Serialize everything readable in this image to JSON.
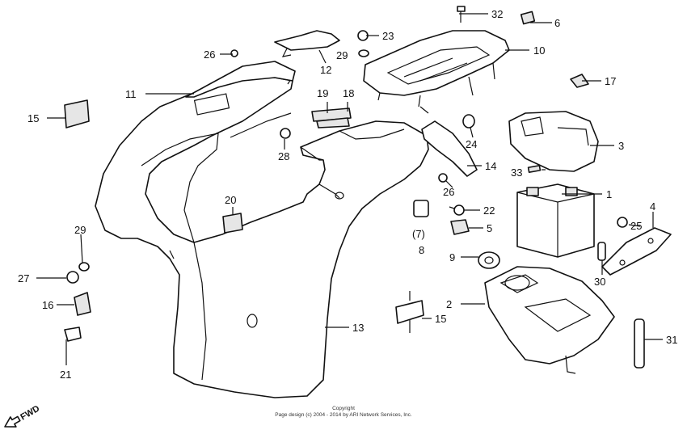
{
  "callouts": {
    "c1": "1",
    "c2": "2",
    "c3": "3",
    "c4": "4",
    "c5": "5",
    "c6": "6",
    "c7": "(7)",
    "c8": "8",
    "c9": "9",
    "c10": "10",
    "c11": "11",
    "c12": "12",
    "c13": "13",
    "c14": "14",
    "c15a": "15",
    "c15b": "15",
    "c16": "16",
    "c17": "17",
    "c18": "18",
    "c19": "19",
    "c20": "20",
    "c21": "21",
    "c22": "22",
    "c23": "23",
    "c24": "24",
    "c25": "25",
    "c26a": "26",
    "c26b": "26",
    "c27": "27",
    "c28": "28",
    "c29a": "29",
    "c29b": "29",
    "c30": "30",
    "c31": "31",
    "c32": "32",
    "c33": "33"
  },
  "footer": {
    "line1": "Copyright",
    "line2": "Page design (c) 2004 - 2014 by ARI Network Services, Inc."
  },
  "direction": {
    "label": "FWD"
  }
}
